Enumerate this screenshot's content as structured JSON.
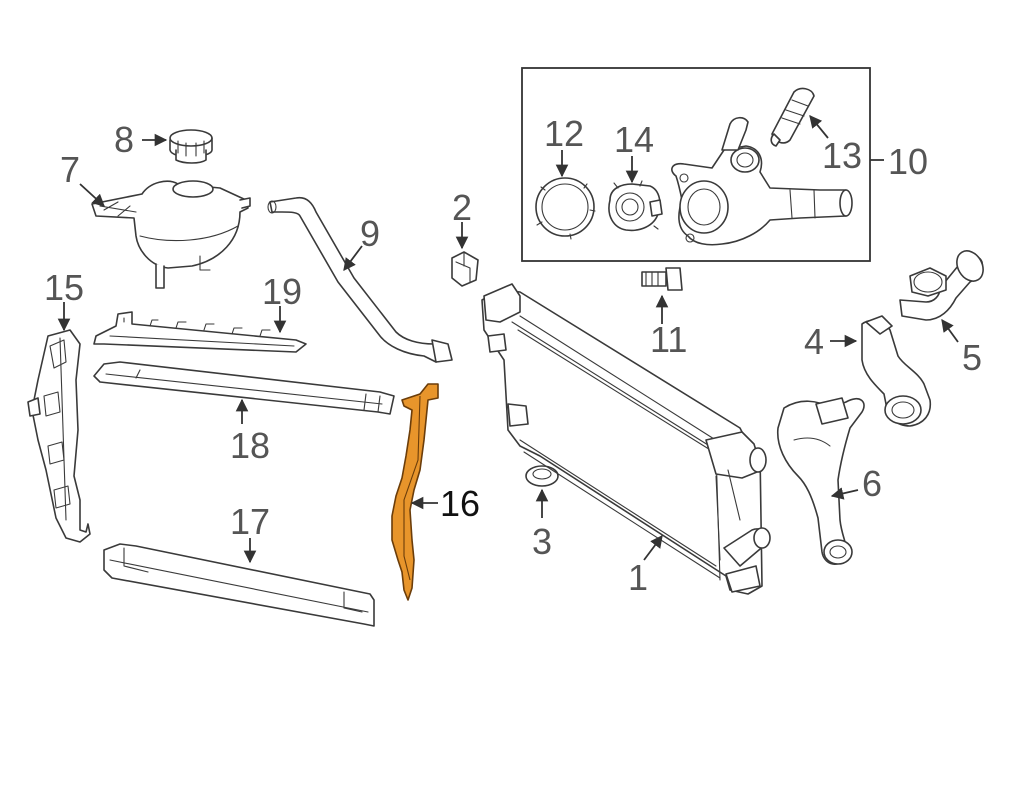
{
  "colors": {
    "background": "#ffffff",
    "line": "#3a3a3a",
    "callout_text": "#555555",
    "callout_highlight_text": "#111111",
    "highlight_fill": "#e8952b",
    "highlight_stroke": "#6b3d0a"
  },
  "highlighted_part": "16",
  "callouts": {
    "c1": "1",
    "c2": "2",
    "c3": "3",
    "c4": "4",
    "c5": "5",
    "c6": "6",
    "c7": "7",
    "c8": "8",
    "c9": "9",
    "c10": "10",
    "c11": "11",
    "c12": "12",
    "c13": "13",
    "c14": "14",
    "c15": "15",
    "c16": "16",
    "c17": "17",
    "c18": "18",
    "c19": "19"
  }
}
